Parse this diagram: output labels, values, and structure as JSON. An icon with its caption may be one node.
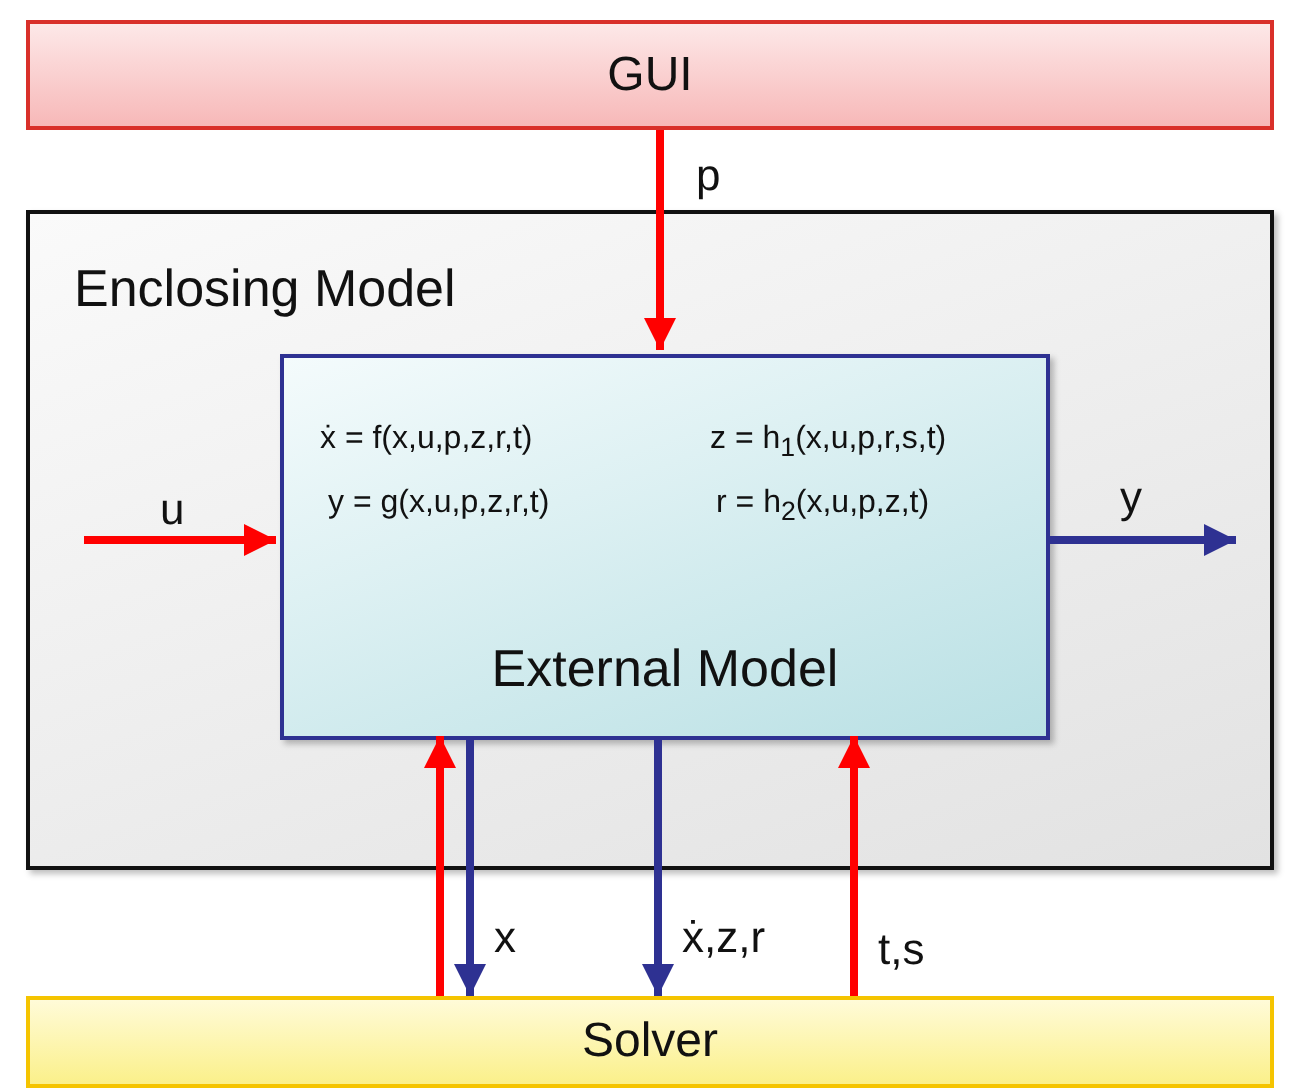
{
  "diagram": {
    "nodes": [
      {
        "text": [
          "GUI"
        ]
      },
      {
        "text": [
          "Enclosing Model"
        ]
      },
      {
        "text": [
          "ẋ = f(x,u,p,z,r,t)",
          "z = h$_{1}$(x,u,p,r,s,t)",
          "y = g(x,u,p,z,r,t)",
          "r = h$_{2}$(x,u,p,z,t)",
          "External Model"
        ],
        "in": 1
      },
      {
        "text": [
          "Solver"
        ]
      }
    ],
    "edges": [
      {
        "from": 0,
        "to": 2,
        "arrow": "to",
        "label": "p"
      },
      {
        "from": null,
        "to": 2,
        "arrow": "to",
        "label": "u"
      },
      {
        "from": 2,
        "to": null,
        "arrow": "to",
        "label": "y",
        "color": "#2e3192"
      },
      {
        "from": 3,
        "to": 2,
        "arrow": "to"
      },
      {
        "from": 2,
        "to": 3,
        "arrow": "to",
        "label": "x",
        "color": "#2e3192"
      },
      {
        "from": 2,
        "to": 3,
        "arrow": "to",
        "label": "ẋ,z,r",
        "color": "#2e3192"
      },
      {
        "from": 3,
        "to": 2,
        "arrow": "to",
        "label": "t,s"
      }
    ]
  }
}
